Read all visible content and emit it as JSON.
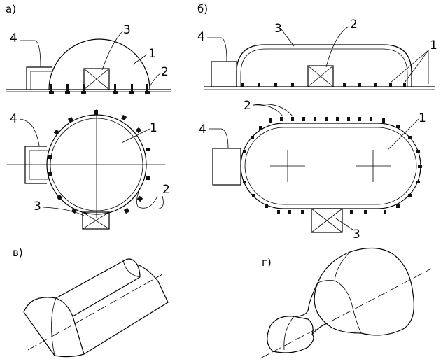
{
  "panels": {
    "a": {
      "label": "а)"
    },
    "b": {
      "label": "б)"
    },
    "v": {
      "label": "в)"
    },
    "g": {
      "label": "г)"
    }
  },
  "callouts": {
    "n1": "1",
    "n2": "2",
    "n3": "3",
    "n4": "4"
  }
}
